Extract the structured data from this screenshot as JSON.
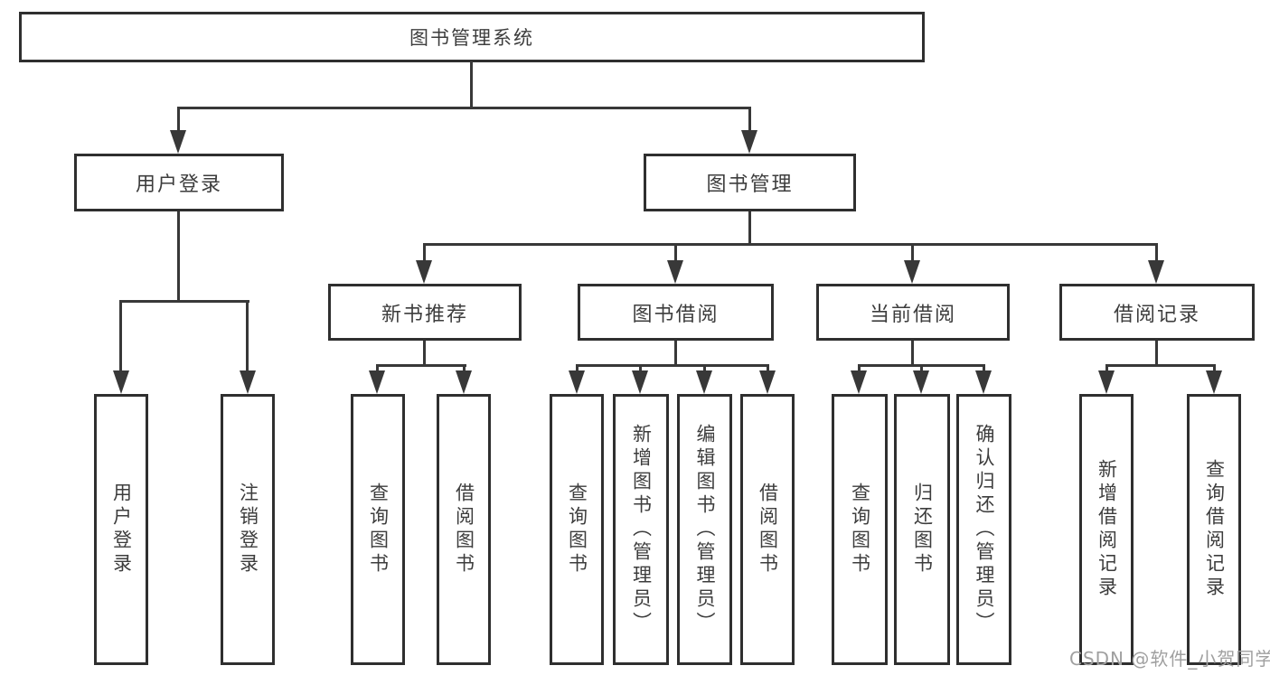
{
  "nodes": {
    "root": "图书管理系统",
    "user_login": "用户登录",
    "book_management": "图书管理",
    "new_book_recommend": "新书推荐",
    "book_borrow": "图书借阅",
    "current_borrow": "当前借阅",
    "borrow_records": "借阅记录",
    "leaf_user_login": "用户登录",
    "leaf_logout": "注销登录",
    "leaf_rec_query_book": "查询图书",
    "leaf_rec_borrow_book": "借阅图书",
    "leaf_bb_query_book": "查询图书",
    "leaf_bb_add_book_admin": "新增图书（管理员）",
    "leaf_bb_edit_book_admin": "编辑图书（管理员）",
    "leaf_bb_borrow_book": "借阅图书",
    "leaf_cb_query_book": "查询图书",
    "leaf_cb_return_book": "归还图书",
    "leaf_cb_confirm_return_admin": "确认归还（管理员）",
    "leaf_br_add_record": "新增借阅记录",
    "leaf_br_query_record": "查询借阅记录"
  },
  "watermark": "CSDN @软件_小贺同学",
  "colors": {
    "line": "#383838",
    "box_border": "#2f2f2f",
    "text": "#3d3d3d",
    "watermark": "#a0a0a0",
    "background": "#ffffff"
  }
}
